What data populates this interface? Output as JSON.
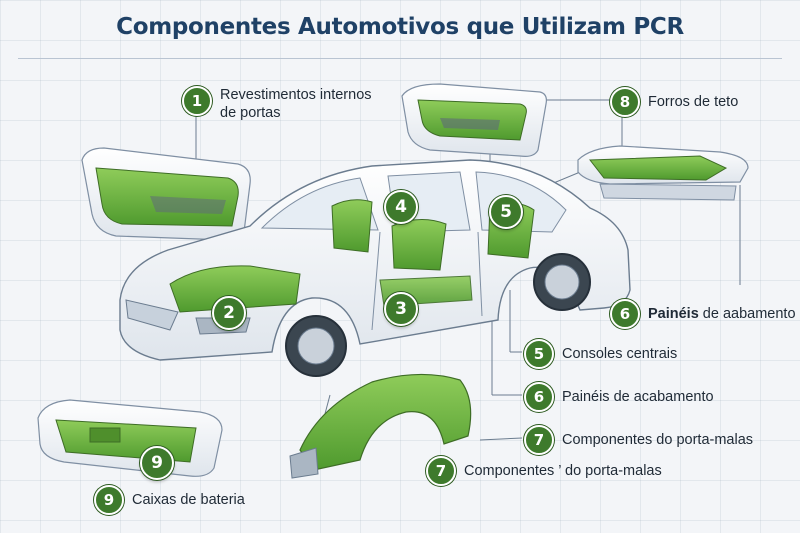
{
  "title": "Componentes Automotivos que Utilizam PCR",
  "colors": {
    "accent_green": "#3e7a2c",
    "part_green": "#6fb43f",
    "title_navy": "#1f4166",
    "line_gray": "#6b7c8f"
  },
  "callouts": [
    {
      "number": "1",
      "line1": "Revestimentos internos",
      "line2": "de portas"
    },
    {
      "number": "8",
      "text": "Forros de teto"
    },
    {
      "number": "6",
      "strong": "Painéis",
      "rest": " de aabamento"
    },
    {
      "number": "5",
      "text": "Consoles centrais"
    },
    {
      "number": "6",
      "text": "Painéis de acabamento"
    },
    {
      "number": "7",
      "text": "Componentes do porta-malas"
    },
    {
      "number": "7",
      "text": "Componentes ’ do porta-malas"
    },
    {
      "number": "9",
      "text": "Caixas de bateria"
    }
  ],
  "part_badges": [
    "4",
    "5",
    "2",
    "3",
    "9"
  ]
}
